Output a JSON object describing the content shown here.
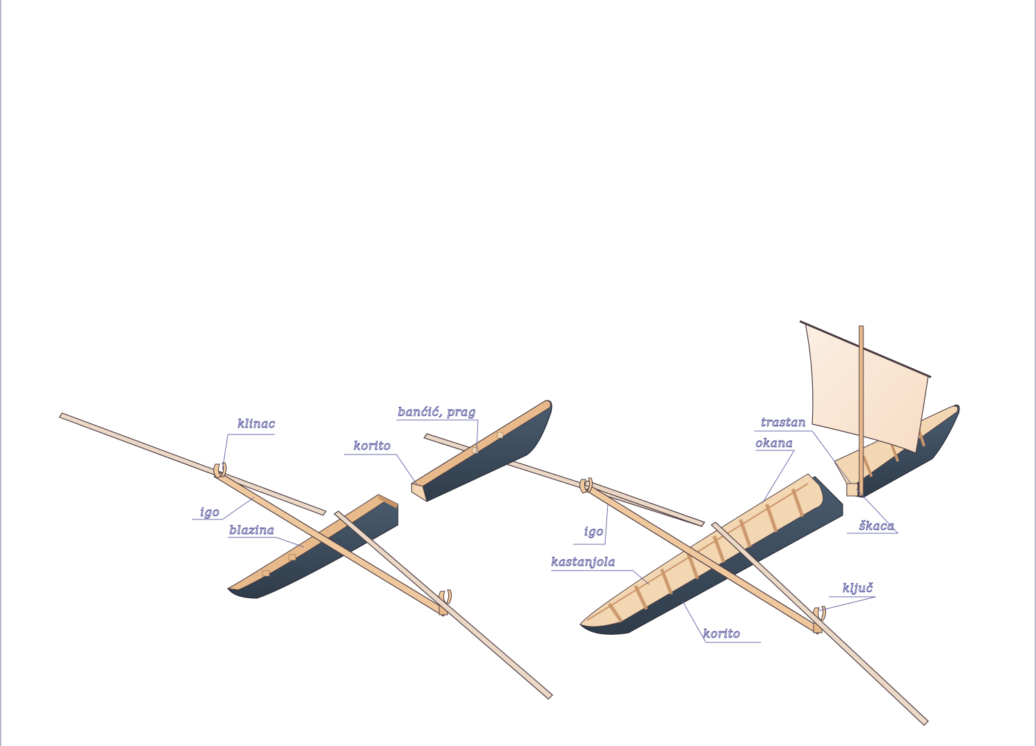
{
  "figure": {
    "colors": {
      "wood_light": "#f3d6b2",
      "wood_mid": "#e8b98a",
      "wood_dark": "#c99468",
      "hull_dark": "#3e4f60",
      "oar": "#ecd8c6",
      "sail": "#fbe9d8",
      "outline": "#4a3a40",
      "leader_line": "#6a6aa8",
      "label_stroke": "#5b5ba0"
    },
    "left_assembly": {
      "labels": {
        "klinac": "klinac",
        "igo": "igo",
        "blazina": "blazina"
      }
    },
    "middle_assembly": {
      "labels": {
        "banak": "banćić, prag",
        "korito": "korito"
      }
    },
    "right_assembly": {
      "labels": {
        "trastan": "trastan",
        "okana": "okana",
        "igo": "igo",
        "kastanjola": "kastanjola",
        "skaca": "škaca",
        "kljuc": "ključ",
        "korito": "korito"
      }
    }
  }
}
